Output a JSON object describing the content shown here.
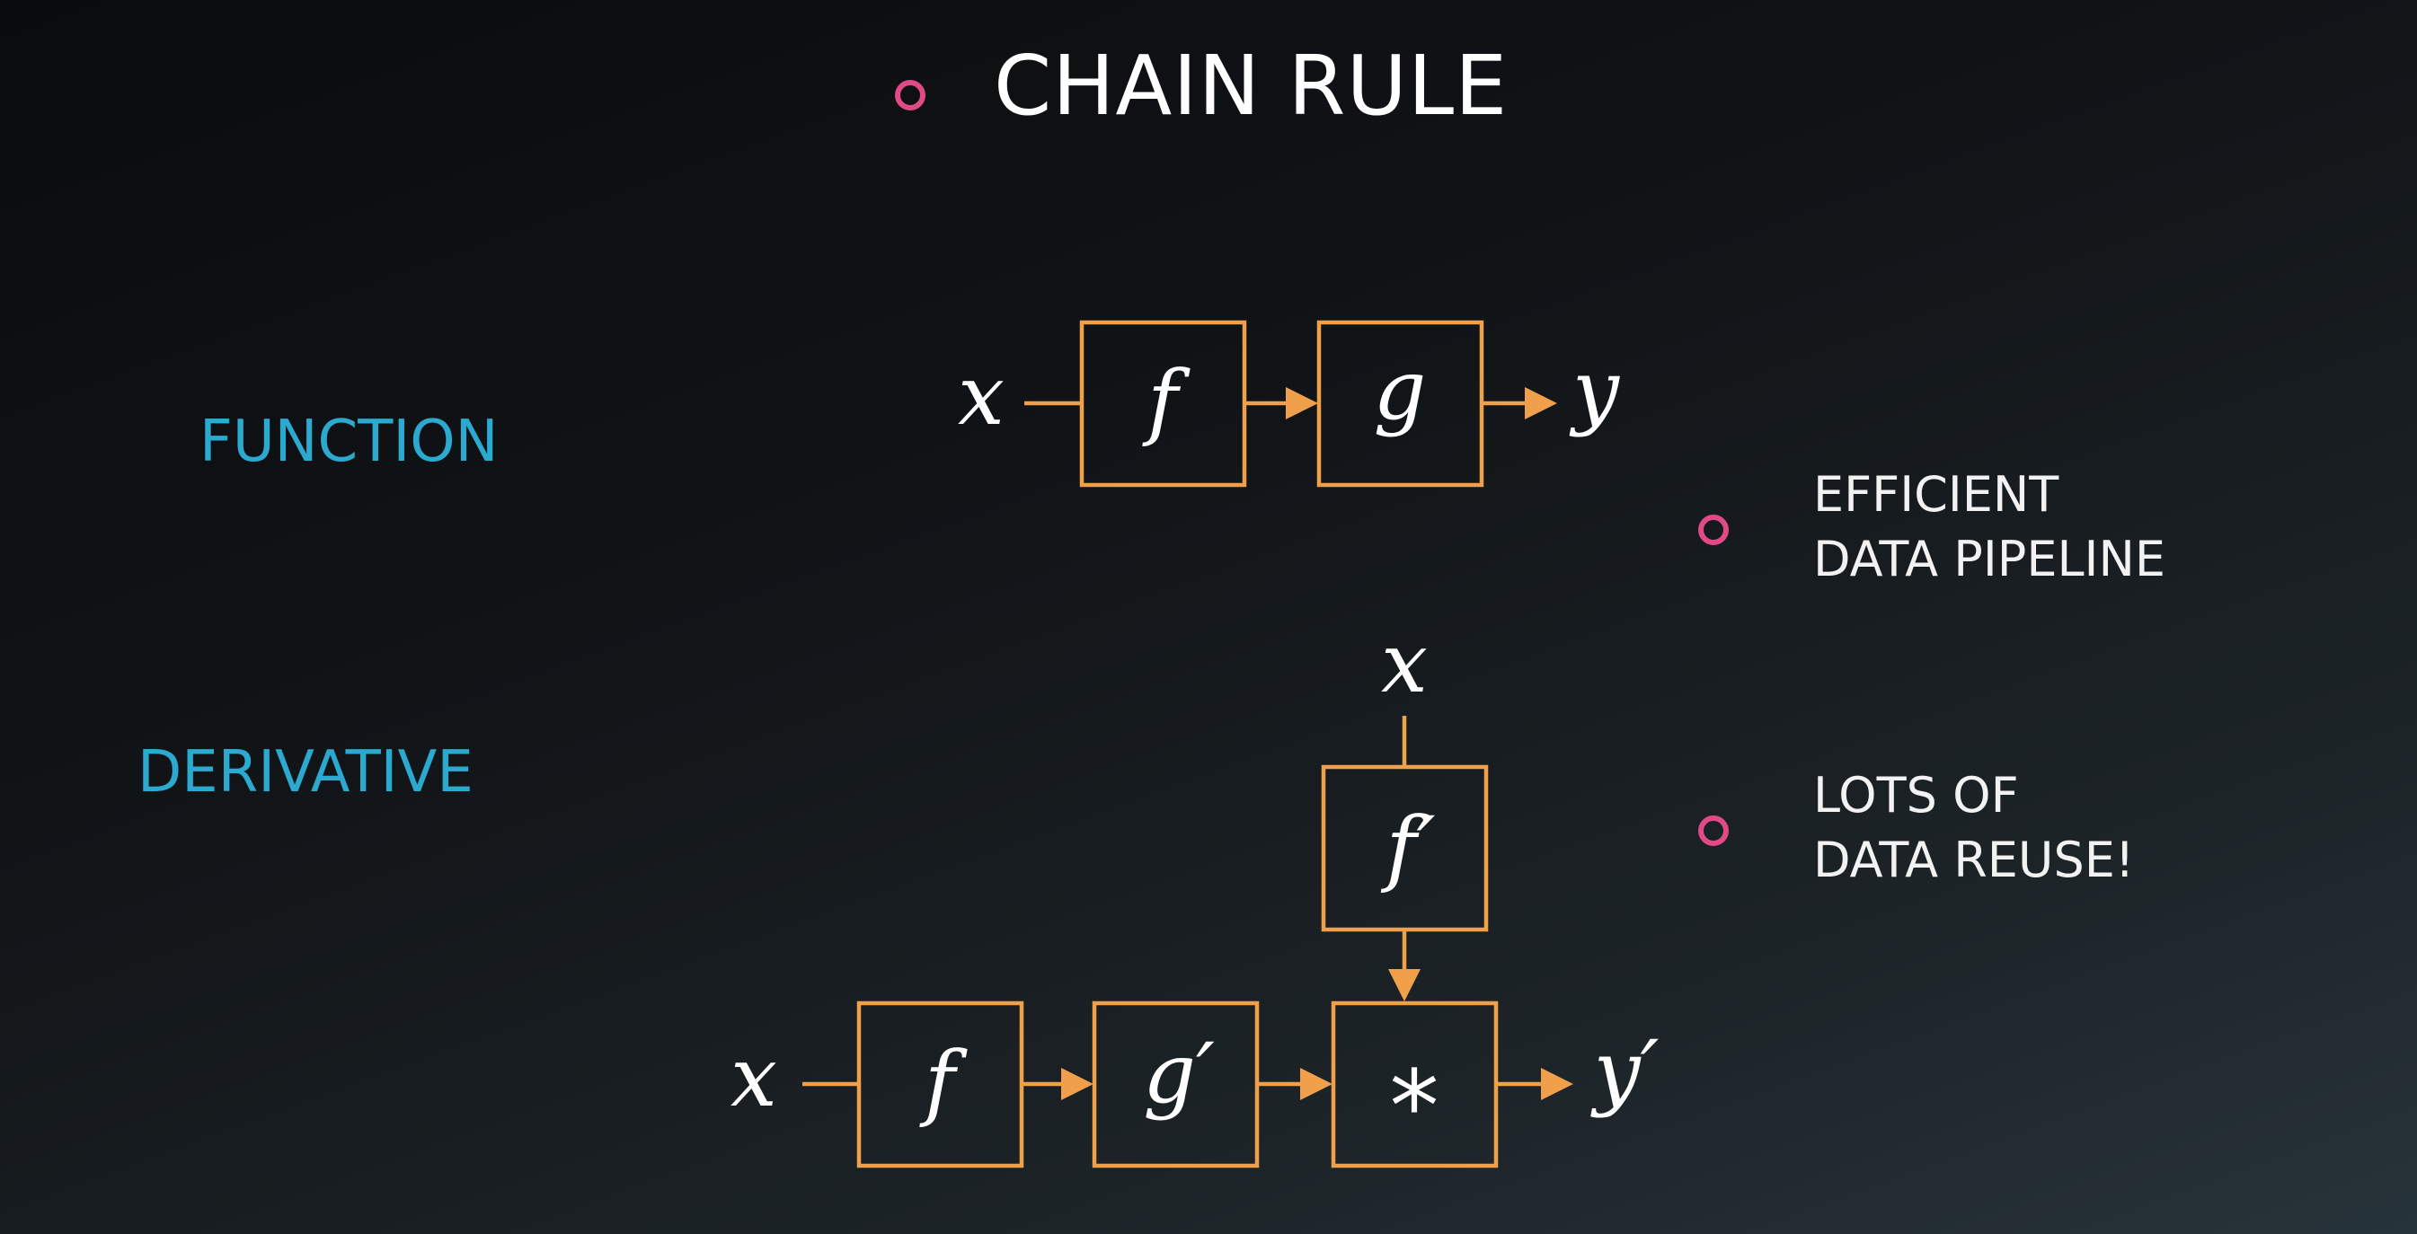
{
  "title": "CHAIN RULE",
  "labels": {
    "function": "FUNCTION",
    "derivative": "DERIVATIVE"
  },
  "notes": [
    {
      "line1": "EFFICIENT",
      "line2": "DATA PIPELINE"
    },
    {
      "line1": "LOTS OF",
      "line2": "DATA REUSE!"
    }
  ],
  "function_diagram": {
    "input": "x",
    "box1": "f",
    "box2": "g",
    "output": "y"
  },
  "derivative_diagram": {
    "input": "x",
    "box1": "f",
    "box2": "g′",
    "box3": "*",
    "output": "y′",
    "top_input": "x",
    "top_box": "f′"
  },
  "colors": {
    "accent_bullet": "#e04a86",
    "label": "#2ca9cf",
    "box_stroke": "#f0a04b",
    "text": "#ffffff"
  }
}
